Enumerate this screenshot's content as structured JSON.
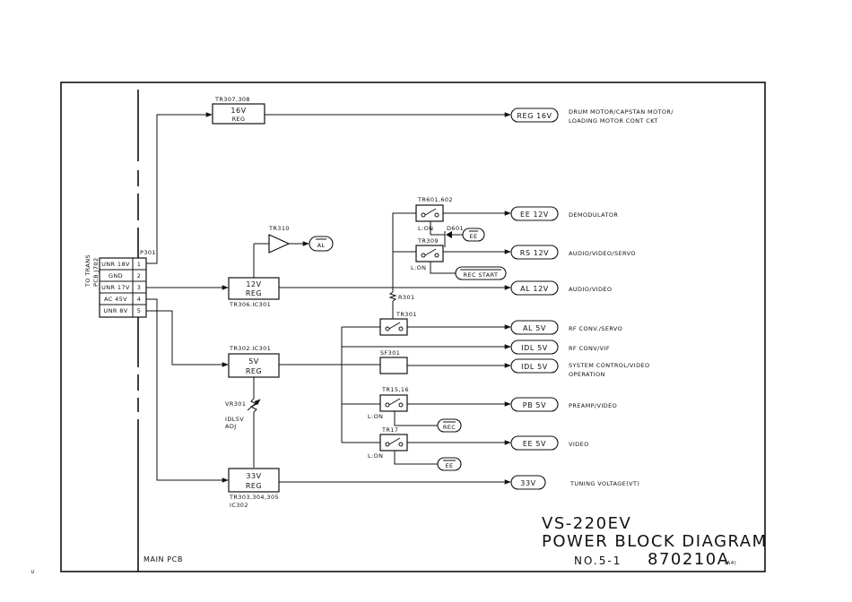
{
  "title": {
    "model": "VS-220EV",
    "name": "POWER BLOCK DIAGRAM",
    "number": "NO.5-1",
    "code": "870210A",
    "size": "(A4)"
  },
  "main_pcb": "MAIN PCB",
  "side_note": "∪",
  "connector": {
    "ref": "P301",
    "side_label_1": "TO TRANS",
    "side_label_2": "PCB J702",
    "pins": [
      {
        "name": "UNR 18V",
        "num": "1"
      },
      {
        "name": "GND",
        "num": "2"
      },
      {
        "name": "UNR 17V",
        "num": "3"
      },
      {
        "name": "AC 45V",
        "num": "4"
      },
      {
        "name": "UNR 8V",
        "num": "5"
      }
    ]
  },
  "regulators": {
    "reg16": {
      "ref": "TR307,308",
      "line1": "16V",
      "line2": "REG"
    },
    "reg12": {
      "ref": "TR306.IC301",
      "line1": "12V",
      "line2": "REG"
    },
    "reg5": {
      "ref": "TR302.IC301",
      "line1": "5V",
      "line2": "REG"
    },
    "reg33": {
      "ref": "TR303,304,305",
      "ref2": "IC302",
      "line1": "33V",
      "line2": "REG"
    }
  },
  "components": {
    "tr310": "TR310",
    "al_in": "AL",
    "tr601": "TR601,602",
    "d601": "D601",
    "ee_in_top": "EE",
    "tr309": "TR309",
    "rec_start": "REC START",
    "r301": "R301",
    "tr301": "TR301",
    "sf301": "SF301",
    "tr1516": "TR15,16",
    "rec_in": "REC",
    "tr17": "TR17",
    "ee_in_bottom": "EE",
    "vr301": "VR301",
    "idl_adj_1": "IDL5V",
    "idl_adj_2": "ADJ",
    "l_on": "L:ON"
  },
  "outputs": [
    {
      "terminal": "REG 16V",
      "desc": "DRUM MOTOR/CAPSTAN MOTOR/",
      "desc2": "LOADING MOTOR CONT CKT"
    },
    {
      "terminal": "EE 12V",
      "desc": "DEMODULATOR"
    },
    {
      "terminal": "RS 12V",
      "desc": "AUDIO/VIDEO/SERVO"
    },
    {
      "terminal": "AL 12V",
      "desc": "AUDIO/VIDEO"
    },
    {
      "terminal": "AL 5V",
      "desc": "RF CONV./SERVO"
    },
    {
      "terminal": "IDL 5V",
      "desc": "RF CONV/VIF"
    },
    {
      "terminal": "IDL 5V",
      "desc": "SYSTEM CONTROL/VIDEO",
      "desc2": "OPERATION"
    },
    {
      "terminal": "PB 5V",
      "desc": "PREAMP/VIDEO"
    },
    {
      "terminal": "EE 5V",
      "desc": "VIDEO"
    },
    {
      "terminal": "33V",
      "desc": "TUNING VOLTAGE(VT)"
    }
  ]
}
